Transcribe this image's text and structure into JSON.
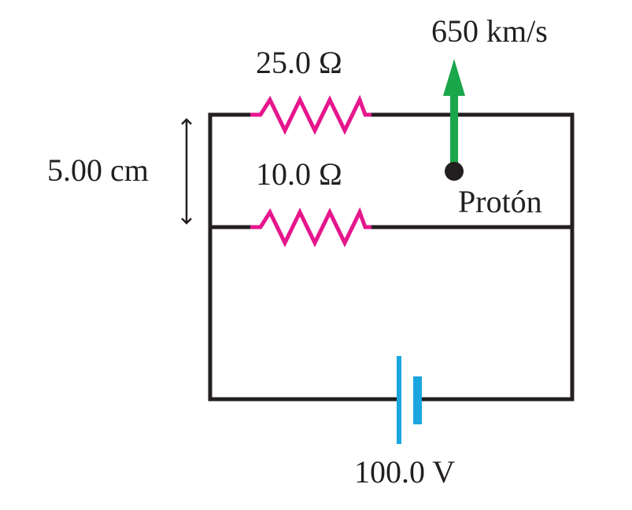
{
  "labels": {
    "velocity": "650 km/s",
    "resistor_top": "25.0 Ω",
    "resistor_bottom": "10.0 Ω",
    "separation": "5.00 cm",
    "particle": "Protón",
    "battery": "100.0 V"
  },
  "colors": {
    "wire": "#231f20",
    "resistor": "#e6168c",
    "velocity_arrow": "#1aa64a",
    "battery": "#1ba6e0",
    "proton": "#231f20"
  }
}
